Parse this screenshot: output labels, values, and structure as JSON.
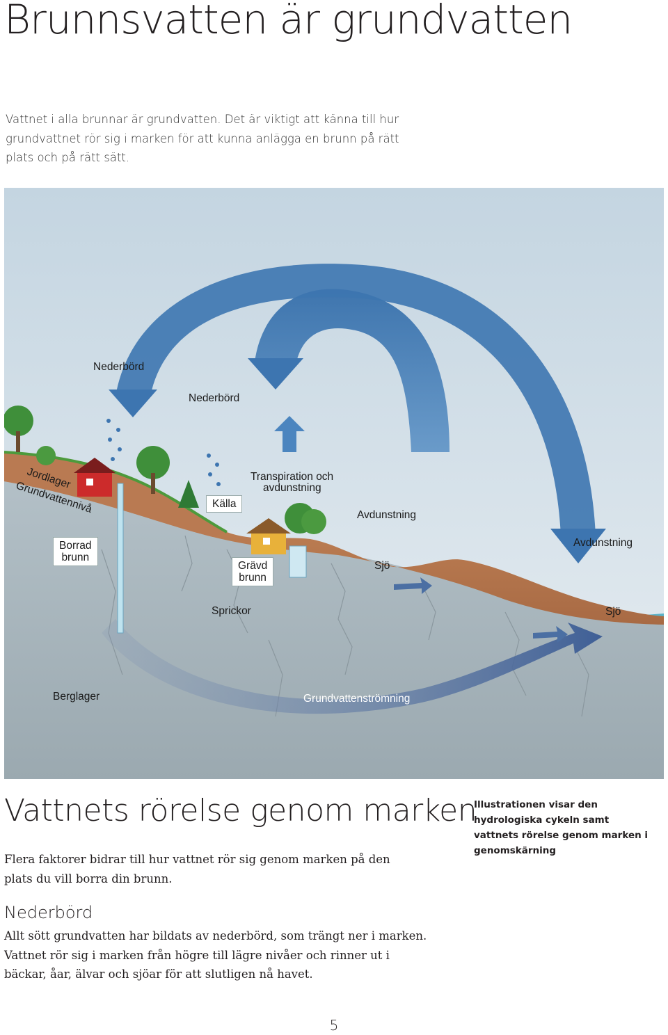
{
  "page": {
    "title": "Brunnsvatten är grundvatten",
    "intro": "Vattnet i alla brunnar är grundvatten. Det är viktigt att känna till hur grundvattnet rör sig i marken för att kunna anlägga en brunn på rätt plats och på rätt sätt.",
    "page_number": "5"
  },
  "figure": {
    "labels": {
      "nederbord_1": "Nederbörd",
      "nederbord_2": "Nederbörd",
      "transpiration_1": "Transpiration och",
      "transpiration_2": "avdunstning",
      "jordlager": "Jordlager",
      "grundvattenniva": "Grundvattennivå",
      "kalla": "Källa",
      "avdunstning_1": "Avdunstning",
      "avdunstning_2": "Avdunstning",
      "borrad_brunn": "Borrad\nbrunn",
      "gravd_brunn": "Grävd\nbrunn",
      "sjo_1": "Sjö",
      "sjo_2": "Sjö",
      "sprickor": "Sprickor",
      "berglager": "Berglager",
      "grundvattenstromning": "Grundvattenströmning"
    },
    "colors": {
      "sky_top": "#c9d8e3",
      "sky_bottom": "#e6edf1",
      "arrow_blue": "#3f79b3",
      "soil": "#b97a52",
      "rock": "#a9b6bd",
      "tree_green": "#3f8f3a",
      "house_red": "#cc2b2b",
      "house_yellow": "#e8b13a",
      "sea": "#5bb3c9"
    }
  },
  "section": {
    "heading": "Vattnets rörelse genom marken",
    "caption": "Illustrationen visar den hydrologiska cykeln samt vattnets rörelse genom marken i genomskärning",
    "paragraph1": "Flera faktorer bidrar till hur vattnet rör sig genom marken på den plats du vill borra din brunn.",
    "subheading": "Nederbörd",
    "paragraph2": "Allt sött grundvatten har bildats av nederbörd, som trängt ner i marken. Vattnet rör sig i marken från högre till lägre nivåer och rinner ut i bäckar, åar, älvar och sjöar för att slutligen nå havet."
  }
}
